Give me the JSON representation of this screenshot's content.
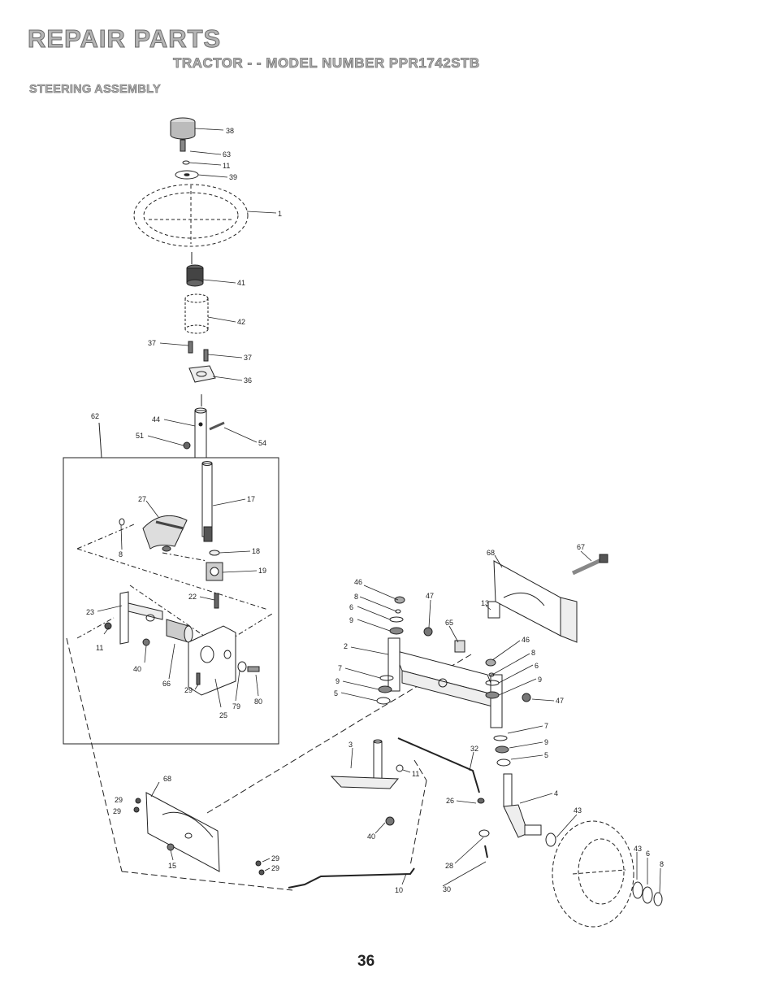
{
  "header": {
    "title": "REPAIR PARTS",
    "subtitle": "TRACTOR - - MODEL NUMBER PPR1742STB",
    "section": "STEERING ASSEMBLY"
  },
  "footer": {
    "page_number": "36"
  },
  "callouts": [
    {
      "id": "c38",
      "label": "38"
    },
    {
      "id": "c63",
      "label": "63"
    },
    {
      "id": "c11a",
      "label": "11"
    },
    {
      "id": "c39",
      "label": "39"
    },
    {
      "id": "c1",
      "label": "1"
    },
    {
      "id": "c41",
      "label": "41"
    },
    {
      "id": "c42",
      "label": "42"
    },
    {
      "id": "c37a",
      "label": "37"
    },
    {
      "id": "c37b",
      "label": "37"
    },
    {
      "id": "c36",
      "label": "36"
    },
    {
      "id": "c62",
      "label": "62"
    },
    {
      "id": "c44",
      "label": "44"
    },
    {
      "id": "c51",
      "label": "51"
    },
    {
      "id": "c54",
      "label": "54"
    },
    {
      "id": "c17",
      "label": "17"
    },
    {
      "id": "c27",
      "label": "27"
    },
    {
      "id": "c8a",
      "label": "8"
    },
    {
      "id": "c18",
      "label": "18"
    },
    {
      "id": "c19",
      "label": "19"
    },
    {
      "id": "c22",
      "label": "22"
    },
    {
      "id": "c23",
      "label": "23"
    },
    {
      "id": "c11b",
      "label": "11"
    },
    {
      "id": "c40a",
      "label": "40"
    },
    {
      "id": "c66",
      "label": "66"
    },
    {
      "id": "c29a",
      "label": "29"
    },
    {
      "id": "c25",
      "label": "25"
    },
    {
      "id": "c79",
      "label": "79"
    },
    {
      "id": "c80",
      "label": "80"
    },
    {
      "id": "c68a",
      "label": "68"
    },
    {
      "id": "c67",
      "label": "67"
    },
    {
      "id": "c46a",
      "label": "46"
    },
    {
      "id": "c8b",
      "label": "8"
    },
    {
      "id": "c6a",
      "label": "6"
    },
    {
      "id": "c9a",
      "label": "9"
    },
    {
      "id": "c47a",
      "label": "47"
    },
    {
      "id": "c65",
      "label": "65"
    },
    {
      "id": "c13",
      "label": "13"
    },
    {
      "id": "c2",
      "label": "2"
    },
    {
      "id": "c46b",
      "label": "46"
    },
    {
      "id": "c8c",
      "label": "8"
    },
    {
      "id": "c6b",
      "label": "6"
    },
    {
      "id": "c9b",
      "label": "9"
    },
    {
      "id": "c7a",
      "label": "7"
    },
    {
      "id": "c9c",
      "label": "9"
    },
    {
      "id": "c5a",
      "label": "5"
    },
    {
      "id": "c47b",
      "label": "47"
    },
    {
      "id": "c7b",
      "label": "7"
    },
    {
      "id": "c9d",
      "label": "9"
    },
    {
      "id": "c5b",
      "label": "5"
    },
    {
      "id": "c3",
      "label": "3"
    },
    {
      "id": "c32",
      "label": "32"
    },
    {
      "id": "c11c",
      "label": "11"
    },
    {
      "id": "c68b",
      "label": "68"
    },
    {
      "id": "c29b",
      "label": "29"
    },
    {
      "id": "c29c",
      "label": "29"
    },
    {
      "id": "c40b",
      "label": "40"
    },
    {
      "id": "c26",
      "label": "26"
    },
    {
      "id": "c4",
      "label": "4"
    },
    {
      "id": "c43a",
      "label": "43"
    },
    {
      "id": "c43b",
      "label": "43"
    },
    {
      "id": "c6c",
      "label": "6"
    },
    {
      "id": "c8d",
      "label": "8"
    },
    {
      "id": "c29d",
      "label": "29"
    },
    {
      "id": "c29e",
      "label": "29"
    },
    {
      "id": "c15",
      "label": "15"
    },
    {
      "id": "c28",
      "label": "28"
    },
    {
      "id": "c10",
      "label": "10"
    },
    {
      "id": "c30",
      "label": "30"
    }
  ]
}
